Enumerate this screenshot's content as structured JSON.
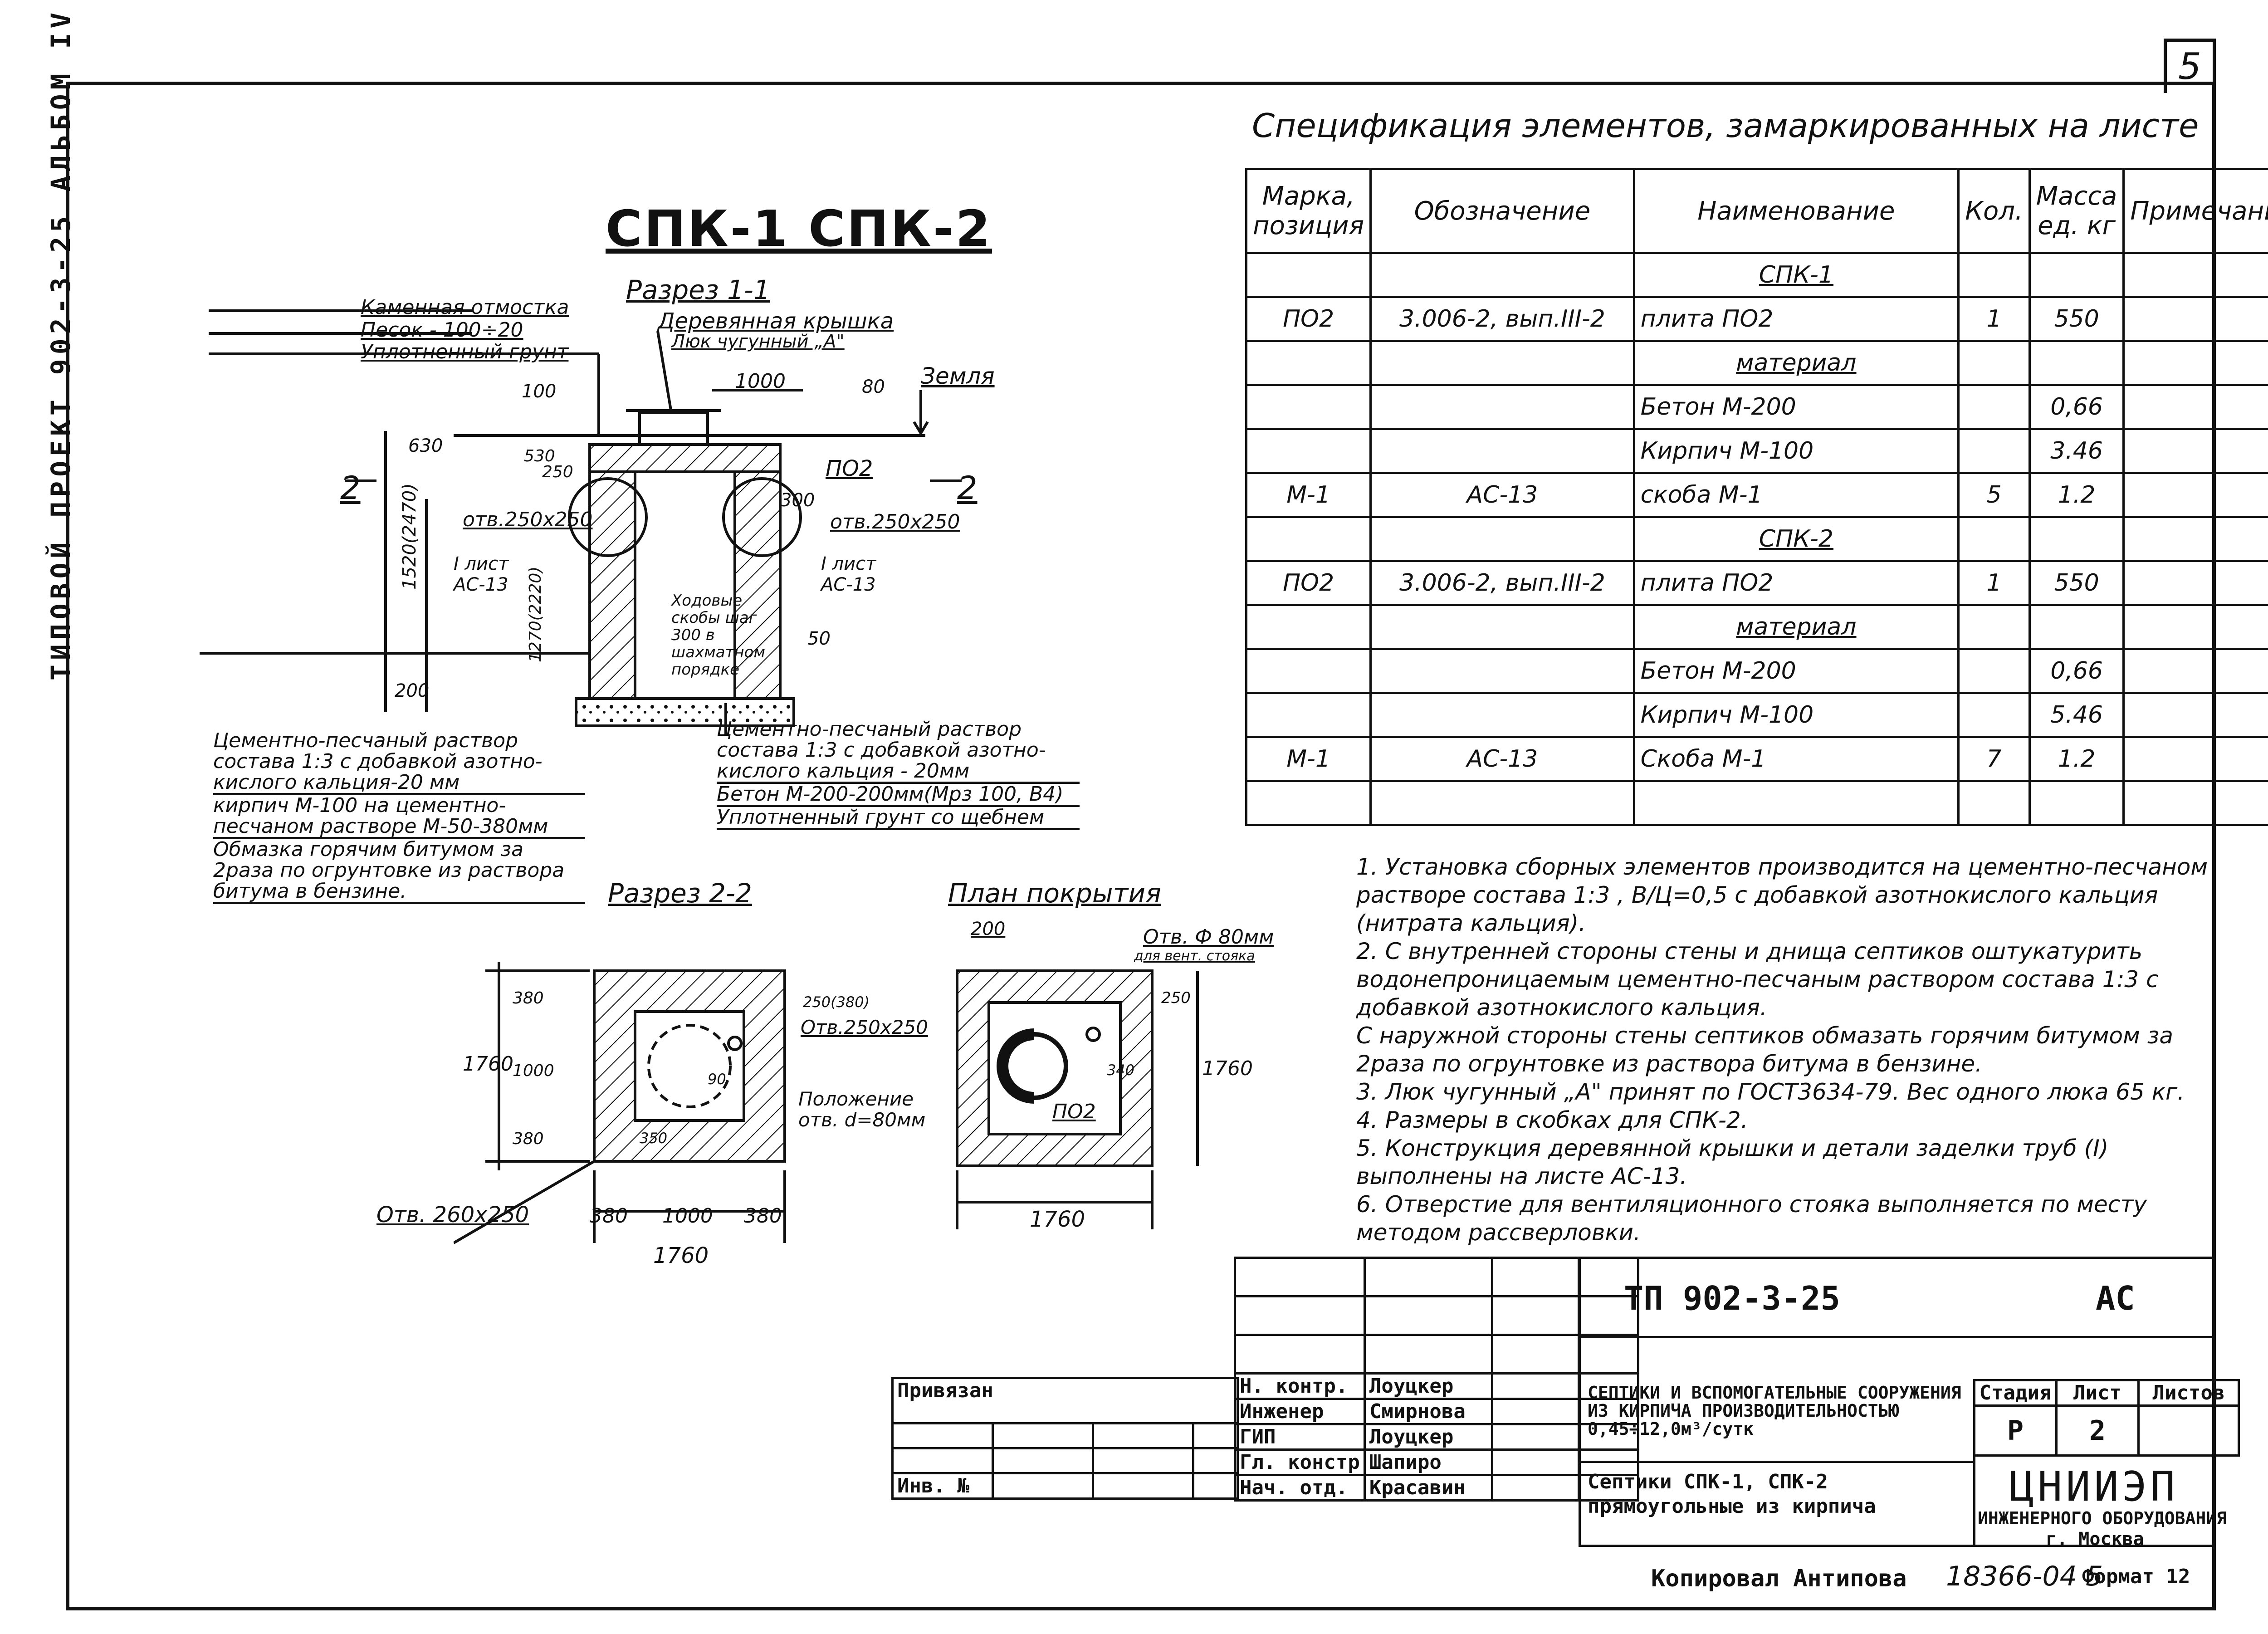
{
  "sheet_number": "5",
  "side_label": "ТИПОВОЙ ПРОЕКТ 902-3-25 АЛЬБОМ IV",
  "drawing_title": "СПК-1 СПК-2",
  "section_1_1": "Разрез 1-1",
  "section_2_2": "Разрез 2-2",
  "plan_title": "План покрытия",
  "left_labels": {
    "paving": "Каменная отмостка",
    "sand": "Песок - 100÷20",
    "soil": "Уплотненный грунт",
    "cover": "Деревянная крышка",
    "hatch": "Люк чугунный „А\"",
    "ground": "Земля",
    "hole_left": "отв.250х250",
    "hole_right": "отв.250х250",
    "ref_left": "I лист АС-13",
    "ref_right": "I лист АС-13",
    "steps": "Ходовые скобы шаг 300 в шахматном порядке",
    "slab_label": "ПО2",
    "cut_left": "2",
    "cut_right": "2"
  },
  "dimensions": {
    "d1000": "1000",
    "d80": "80",
    "d100": "100",
    "d630": "630",
    "d530": "530",
    "d250": "250",
    "d300": "300",
    "d1520": "1520(2470)",
    "d1270": "1270(2220)",
    "d200": "200",
    "d50": "50"
  },
  "layer_notes_left": [
    "Цементно-песчаный раствор состава 1:3 с добавкой азотно-кислого кальция-20 мм",
    "кирпич М-100 на цементно-песчаном растворе М-50-380мм",
    "Обмазка горячим битумом за 2раза по огрунтовке из раствора битума в бензине."
  ],
  "layer_notes_right": [
    "Цементно-песчаный раствор состава 1:3 с добавкой азотно-кислого кальция - 20мм",
    "Бетон М-200-200мм(Мрз 100, В4)",
    "Уплотненный грунт со щебнем"
  ],
  "section22": {
    "hole": "Отв. 260х250",
    "d380a": "380",
    "d1000": "1000",
    "d380b": "380",
    "d1760": "1760",
    "d1760v": "1760",
    "d1000v": "1000",
    "d380v1": "380",
    "d380v2": "380",
    "opening": "Отв.250х250",
    "position": "Положение отв. d=80мм",
    "d250_380": "250(380)",
    "d350": "350",
    "d90": "90"
  },
  "plan": {
    "d200": "200",
    "hole": "Отв. Ф 80мм",
    "hole_note": "для вент. стояка",
    "slab": "ПО2",
    "d250": "250",
    "d340": "340",
    "d1760": "1760",
    "d1760v": "1760"
  },
  "spec_title": "Спецификация элементов, замаркированных на листе",
  "spec_headers": [
    "Марка, позиция",
    "Обозначение",
    "Наименование",
    "Кол.",
    "Масса ед. кг",
    "Примечание"
  ],
  "spec_rows": [
    [
      "",
      "",
      "СПК-1",
      "",
      "",
      ""
    ],
    [
      "ПО2",
      "3.006-2, вып.III-2",
      "плита ПО2",
      "1",
      "550",
      ""
    ],
    [
      "",
      "",
      "материал",
      "",
      "",
      ""
    ],
    [
      "",
      "",
      "Бетон М-200",
      "",
      "0,66",
      ""
    ],
    [
      "",
      "",
      "Кирпич М-100",
      "",
      "3.46",
      ""
    ],
    [
      "М-1",
      "АС-13",
      "скоба М-1",
      "5",
      "1.2",
      ""
    ],
    [
      "",
      "",
      "СПК-2",
      "",
      "",
      ""
    ],
    [
      "ПО2",
      "3.006-2, вып.III-2",
      "плита ПО2",
      "1",
      "550",
      ""
    ],
    [
      "",
      "",
      "материал",
      "",
      "",
      ""
    ],
    [
      "",
      "",
      "Бетон М-200",
      "",
      "0,66",
      ""
    ],
    [
      "",
      "",
      "Кирпич М-100",
      "",
      "5.46",
      ""
    ],
    [
      "М-1",
      "АС-13",
      "Скоба М-1",
      "7",
      "1.2",
      ""
    ],
    [
      "",
      "",
      "",
      "",
      "",
      ""
    ]
  ],
  "notes": [
    "1. Установка сборных элементов производится на цементно-песчаном растворе состава 1:3 , В/Ц=0,5 с добавкой азотнокислого кальция (нитрата кальция).",
    "2. С внутренней стороны стены и днища септиков оштукатурить водонепроницаемым цементно-песчаным раствором состава 1:3 с добавкой азотнокислого кальция.",
    "С наружной стороны стены септиков обмазать горячим битумом за 2раза по огрунтовке из раствора битума в бензине.",
    "3. Люк чугунный „А\" принят по ГОСТ3634-79. Вес одного люка 65 кг.",
    "4. Размеры в скобках для СПК-2.",
    "5. Конструкция деревянной крышки и детали заделки труб (I) выполнены на листе АС-13.",
    "6. Отверстие для вентиляционного стояка выполняется по месту методом рассверловки."
  ],
  "title_block": {
    "project_code": "ТП 902-3-25",
    "mark": "АС",
    "bound": "Привязан",
    "inv": "Инв. №",
    "roles": [
      {
        "role": "Н. контр.",
        "name": "Лоуцкер"
      },
      {
        "role": "Инженер",
        "name": "Смирнова"
      },
      {
        "role": "ГИП",
        "name": "Лоуцкер"
      },
      {
        "role": "Гл. констр",
        "name": "Шапиро"
      },
      {
        "role": "Нач. отд.",
        "name": "Красавин"
      }
    ],
    "object_title": "СЕПТИКИ И ВСПОМОГАТЕЛЬНЫЕ СООРУЖЕНИЯ ИЗ КИРПИЧА ПРОИЗВОДИТЕЛЬНОСТЬЮ 0,45÷12,0м³/сутк",
    "sheet_title": "Септики СПК-1, СПК-2 прямоугольные из кирпича",
    "stage_label": "Стадия",
    "sheet_label": "Лист",
    "sheets_label": "Листов",
    "stage": "Р",
    "sheet": "2",
    "sheets": "",
    "org_name": "ЦНИИЭП",
    "org_sub": "ИНЖЕНЕРНОГО ОБОРУДОВАНИЯ",
    "org_city": "г. Москва",
    "copied": "Копировал Антипова",
    "footer_code": "18366-04 5",
    "format": "Формат 12"
  }
}
